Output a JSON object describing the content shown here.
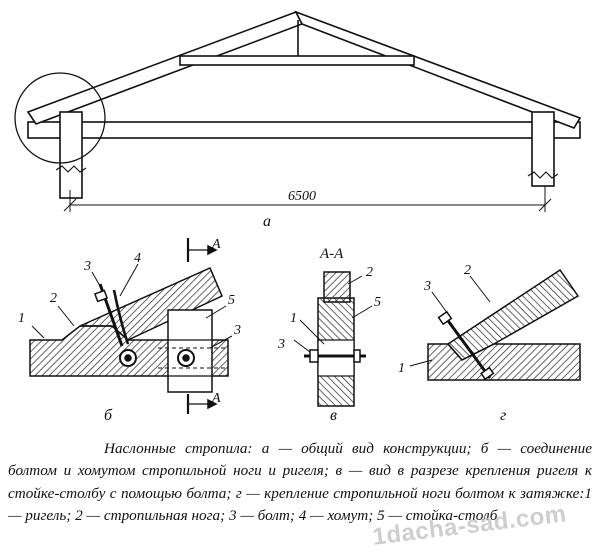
{
  "labels": {
    "span_dimension": "6500",
    "view_a": "а",
    "view_b": "б",
    "view_v": "в",
    "view_g": "г",
    "section_title": "А-А",
    "section_mark_a": "А",
    "part_1": "1",
    "part_2": "2",
    "part_3": "3",
    "part_4": "4",
    "part_5": "5"
  },
  "caption": {
    "text": "Наслонные стропила: а — общий вид конструкции; б — соединение болтом и хомутом стропильной ноги и ригеля; в — вид в разрезе крепления ригеля к стойке-столбу с помощью болта; г — крепление стропильной ноги болтом к затяжке:1 — ригель; 2 — стропильная нога; 3 — болт; 4 — хомут; 5 — стойка-столб"
  },
  "watermark": "1dacha-sad.com",
  "colors": {
    "ink": "#111111",
    "hatch": "#222222",
    "background": "#ffffff",
    "watermark": "#bebebe"
  }
}
